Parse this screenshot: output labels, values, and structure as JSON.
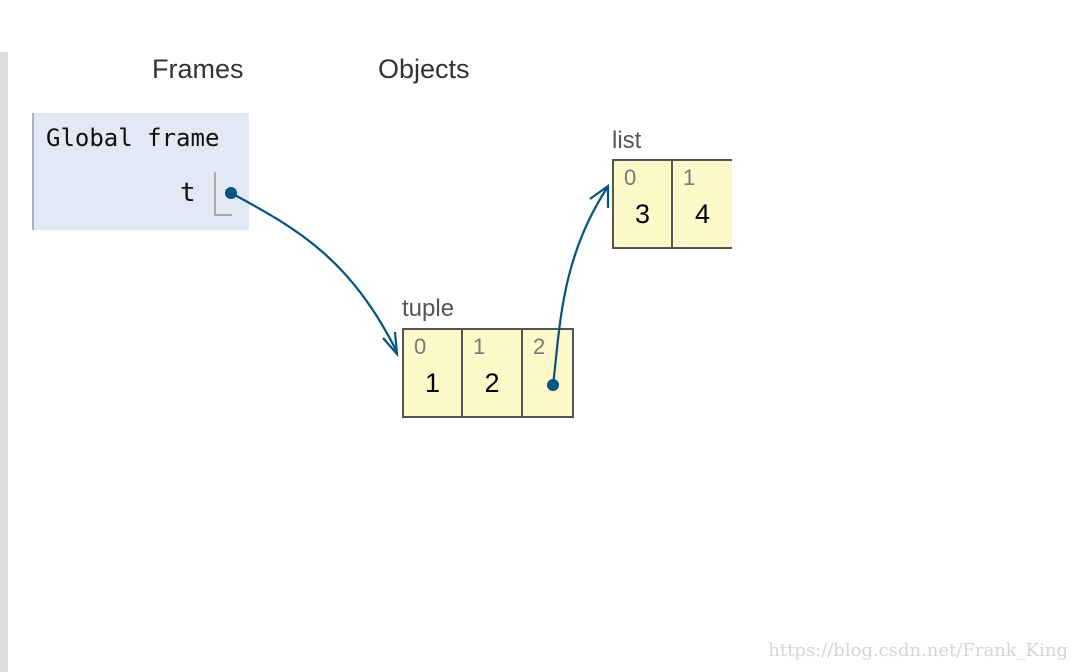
{
  "headings": {
    "frames": "Frames",
    "objects": "Objects"
  },
  "global_frame": {
    "title": "Global frame",
    "variables": [
      {
        "name": "t"
      }
    ]
  },
  "objects": {
    "tuple": {
      "type_label": "tuple",
      "cells": [
        {
          "index": "0",
          "value": "1"
        },
        {
          "index": "1",
          "value": "2"
        },
        {
          "index": "2",
          "value": ""
        }
      ]
    },
    "list": {
      "type_label": "list",
      "cells": [
        {
          "index": "0",
          "value": "3"
        },
        {
          "index": "1",
          "value": "4"
        }
      ]
    }
  },
  "colors": {
    "frame_bg": "#e2e9f5",
    "object_bg": "#fdf9c9",
    "pointer": "#005583"
  },
  "watermark": "https://blog.csdn.net/Frank_King"
}
